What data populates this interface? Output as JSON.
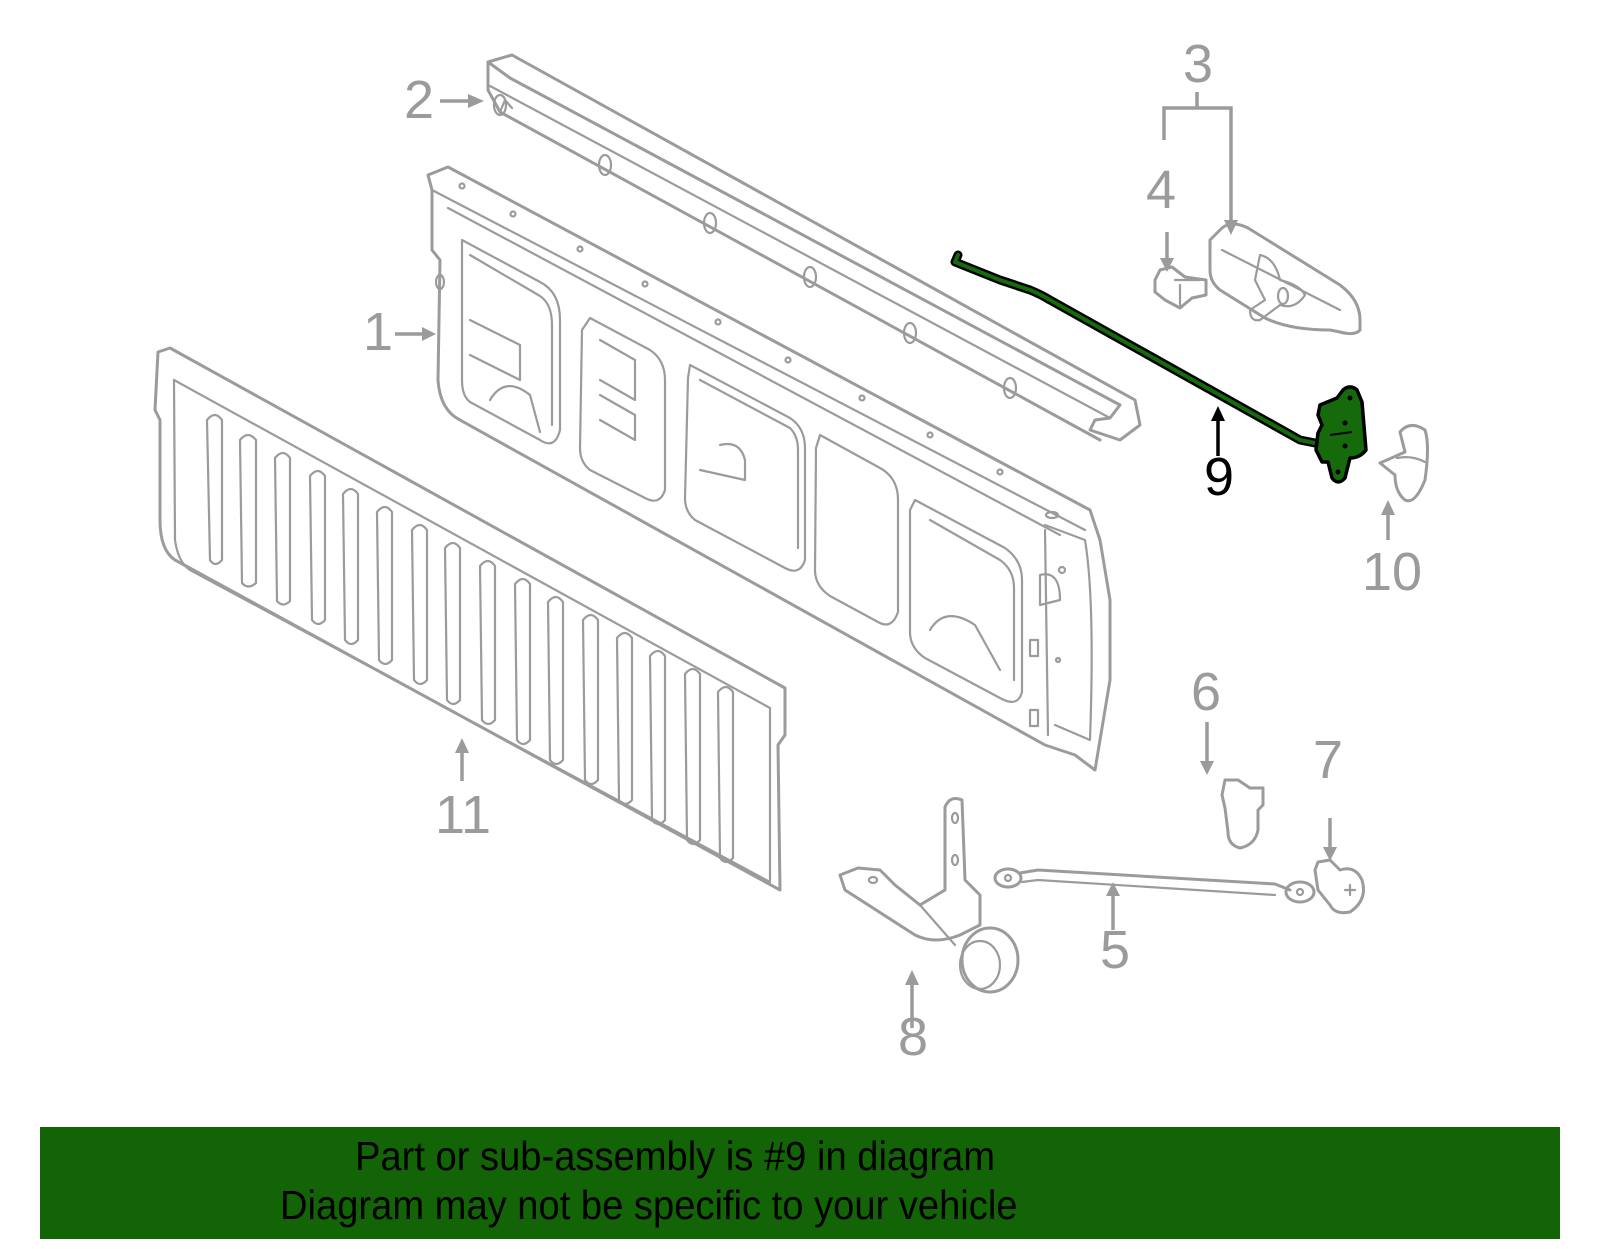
{
  "diagram": {
    "title": "Tailgate parts diagram",
    "highlighted_part": "9",
    "colors": {
      "line_gray": "#9b9b9b",
      "highlight_green": "#156a0b",
      "highlight_outline": "#000000",
      "banner_green": "#126406",
      "background": "#ffffff"
    },
    "callouts": [
      {
        "id": "1",
        "label": "1",
        "highlighted": false
      },
      {
        "id": "2",
        "label": "2",
        "highlighted": false
      },
      {
        "id": "3",
        "label": "3",
        "highlighted": false
      },
      {
        "id": "4",
        "label": "4",
        "highlighted": false
      },
      {
        "id": "5",
        "label": "5",
        "highlighted": false
      },
      {
        "id": "6",
        "label": "6",
        "highlighted": false
      },
      {
        "id": "7",
        "label": "7",
        "highlighted": false
      },
      {
        "id": "8",
        "label": "8",
        "highlighted": false
      },
      {
        "id": "9",
        "label": "9",
        "highlighted": true
      },
      {
        "id": "10",
        "label": "10",
        "highlighted": false
      },
      {
        "id": "11",
        "label": "11",
        "highlighted": false
      }
    ]
  },
  "banner": {
    "line1": "Part or sub-assembly is #9 in diagram",
    "line2": "Diagram may not be specific to your vehicle"
  }
}
